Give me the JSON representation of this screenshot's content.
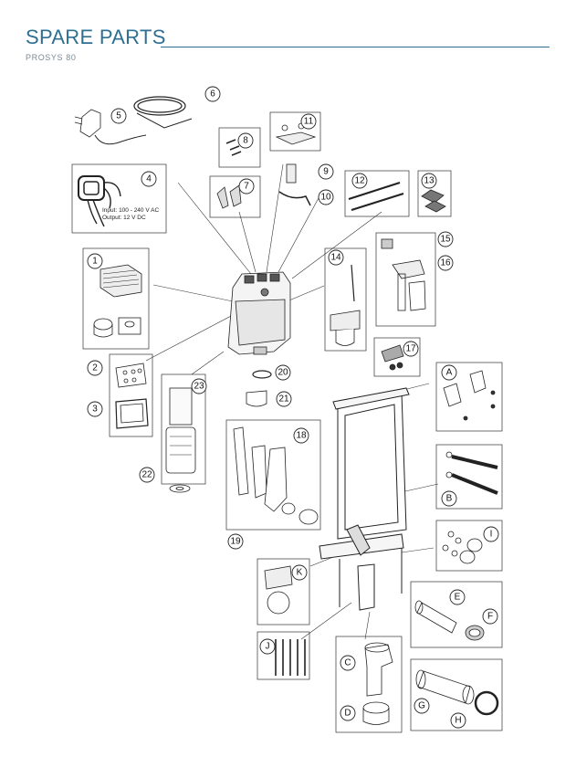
{
  "header": {
    "title": "SPARE PARTS",
    "subtitle": "PROSYS 80"
  },
  "adapter_spec": {
    "input": "Input: 100 - 240 V AC",
    "output": "Output: 12 V DC"
  },
  "callouts": [
    "1",
    "2",
    "3",
    "4",
    "5",
    "6",
    "7",
    "8",
    "9",
    "10",
    "11",
    "12",
    "13",
    "14",
    "15",
    "16",
    "17",
    "18",
    "19",
    "20",
    "21",
    "22",
    "23",
    "A",
    "B",
    "C",
    "D",
    "E",
    "F",
    "G",
    "H",
    "I",
    "J",
    "K"
  ],
  "colors": {
    "accent": "#2f6f92",
    "line": "#222222"
  }
}
